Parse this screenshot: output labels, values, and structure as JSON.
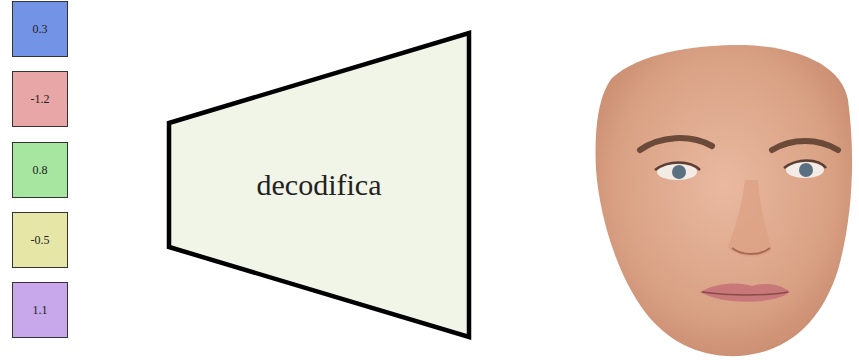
{
  "diagram": {
    "nodes": [
      {
        "text": [
          "0.3"
        ]
      },
      {
        "text": [
          "-1.2"
        ]
      },
      {
        "text": [
          "0.8"
        ]
      },
      {
        "text": [
          "-0.5"
        ]
      },
      {
        "text": [
          "1.1"
        ]
      },
      {
        "text": [
          "decodifica"
        ]
      }
    ]
  }
}
